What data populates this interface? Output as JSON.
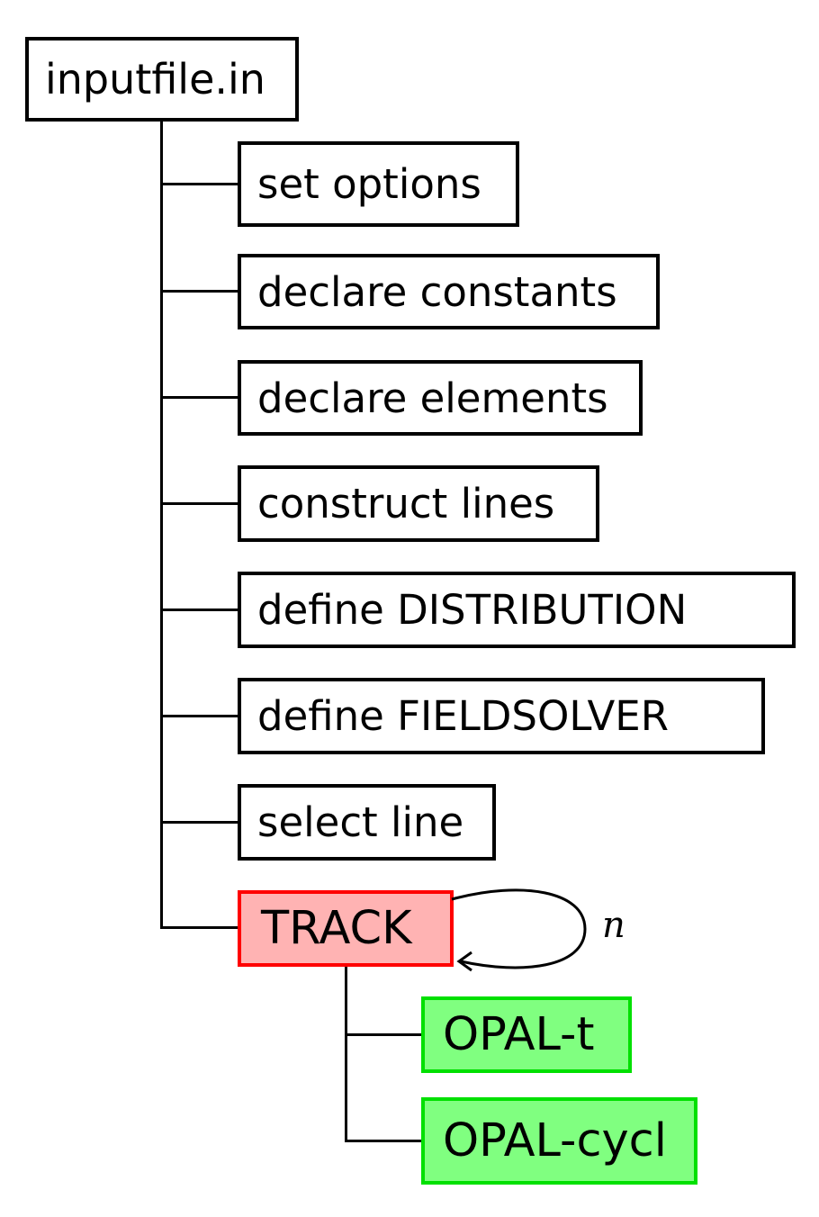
{
  "root": {
    "label": "inputfile.in"
  },
  "steps": [
    {
      "label": "set options"
    },
    {
      "label": "declare constants"
    },
    {
      "label": "declare elements"
    },
    {
      "label": "construct lines"
    },
    {
      "label": "define DISTRIBUTION"
    },
    {
      "label": "define FIELDSOLVER"
    },
    {
      "label": "select line"
    },
    {
      "label": "TRACK"
    }
  ],
  "track_loop": {
    "label": "n"
  },
  "trackers": [
    {
      "label": "OPAL-t"
    },
    {
      "label": "OPAL-cycl"
    }
  ],
  "colors": {
    "track_fill": "#ffb3b3",
    "track_border": "#ff0000",
    "tracker_fill": "#80ff80",
    "tracker_border": "#00e000",
    "line": "#000000"
  }
}
